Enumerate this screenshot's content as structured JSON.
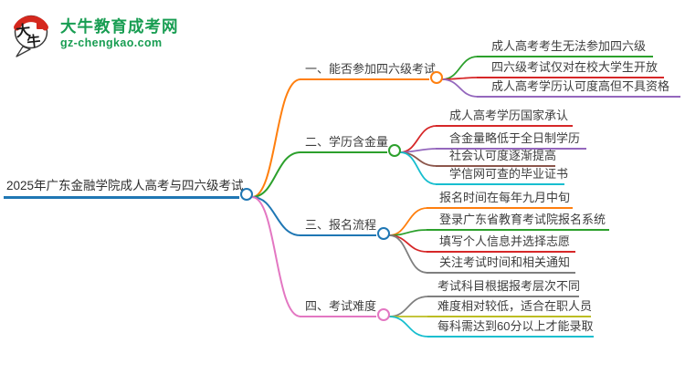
{
  "logo": {
    "site_name": "大牛教育成考网",
    "site_url": "gz-chengkao.com",
    "icon": "daniu-speech-bubble-logo",
    "icon_text": "大牛",
    "brand_green": "#189d52",
    "brand_red": "#d5281e"
  },
  "palette": {
    "blue": "#1f77b4",
    "orange": "#ff7f0e",
    "green": "#2ca02c",
    "red": "#d62728",
    "purple": "#9467bd",
    "brown": "#8c564b",
    "pink": "#e377c2",
    "gray": "#7f7f7f",
    "olive": "#bcbd22",
    "cyan": "#17becf"
  },
  "mindmap": {
    "root": {
      "label": "2025年广东金融学院成人高考与四六级考试",
      "color": "blue"
    },
    "branches": [
      {
        "label": "一、能否参加四六级考试",
        "color": "orange",
        "children": [
          {
            "label": "成人高考考生无法参加四六级",
            "color": "green"
          },
          {
            "label": "四六级考试仅对在校大学生开放",
            "color": "red"
          },
          {
            "label": "成人高考学历认可度高但不具资格",
            "color": "purple"
          }
        ]
      },
      {
        "label": "二、学历含金量",
        "color": "green",
        "children": [
          {
            "label": "成人高考学历国家承认",
            "color": "red"
          },
          {
            "label": "含金量略低于全日制学历",
            "color": "purple"
          },
          {
            "label": "社会认可度逐渐提高",
            "color": "brown"
          },
          {
            "label": "学信网可查的毕业证书",
            "color": "cyan"
          }
        ]
      },
      {
        "label": "三、报名流程",
        "color": "blue",
        "children": [
          {
            "label": "报名时间在每年九月中旬",
            "color": "orange"
          },
          {
            "label": "登录广东省教育考试院报名系统",
            "color": "green"
          },
          {
            "label": "填写个人信息并选择志愿",
            "color": "red"
          },
          {
            "label": "关注考试时间和相关通知",
            "color": "gray"
          }
        ]
      },
      {
        "label": "四、考试难度",
        "color": "pink",
        "children": [
          {
            "label": "考试科目根据报考层次不同",
            "color": "gray"
          },
          {
            "label": "难度相对较低，适合在职人员",
            "color": "olive"
          },
          {
            "label": "每科需达到60分以上才能录取",
            "color": "cyan"
          }
        ]
      }
    ]
  }
}
